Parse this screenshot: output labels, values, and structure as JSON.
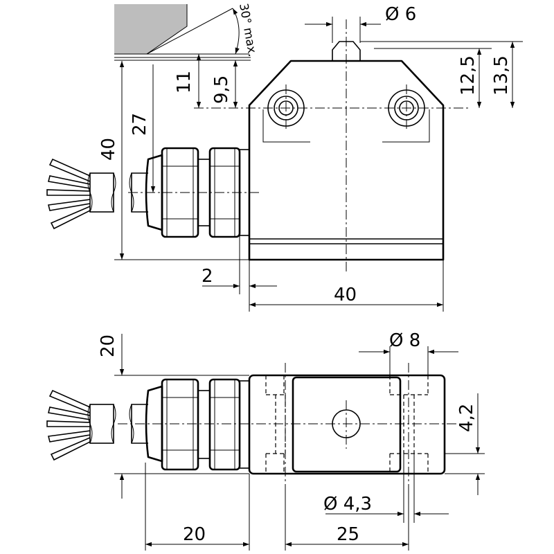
{
  "dimensions": {
    "hole_dia": "Ø 6",
    "angle": "30° max.",
    "h_11": "11",
    "h_9_5": "9,5",
    "h_12_5": "12,5",
    "h_13_5": "13,5",
    "h_27": "27",
    "h_40_left": "40",
    "w_2": "2",
    "w_40_bottom": "40",
    "h_20": "20",
    "dia_8": "Ø 8",
    "h_4_2": "4,2",
    "dia_4_3": "Ø 4,3",
    "w_20": "20",
    "w_25": "25"
  }
}
